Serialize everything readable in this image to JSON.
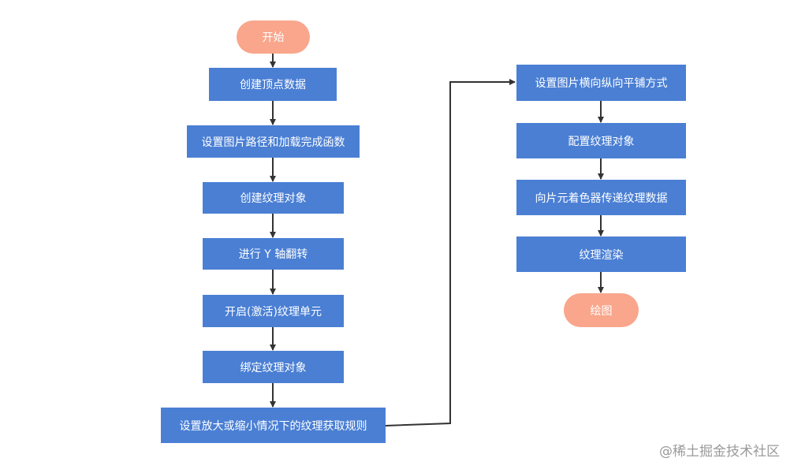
{
  "flowchart": {
    "left_column": {
      "start": "开始",
      "steps": [
        "创建顶点数据",
        "设置图片路径和加载完成函数",
        "创建纹理对象",
        "进行 Y 轴翻转",
        "开启(激活)纹理单元",
        "绑定纹理对象",
        "设置放大或缩小情况下的纹理获取规则"
      ]
    },
    "right_column": {
      "steps": [
        "设置图片横向纵向平铺方式",
        "配置纹理对象",
        "向片元着色器传递纹理数据",
        "纹理渲染"
      ],
      "end": "绘图"
    }
  },
  "colors": {
    "process_fill": "#4a7fd4",
    "terminal_fill": "#f9a68c",
    "arrow": "#333333"
  },
  "watermark": "@稀土掘金技术社区"
}
